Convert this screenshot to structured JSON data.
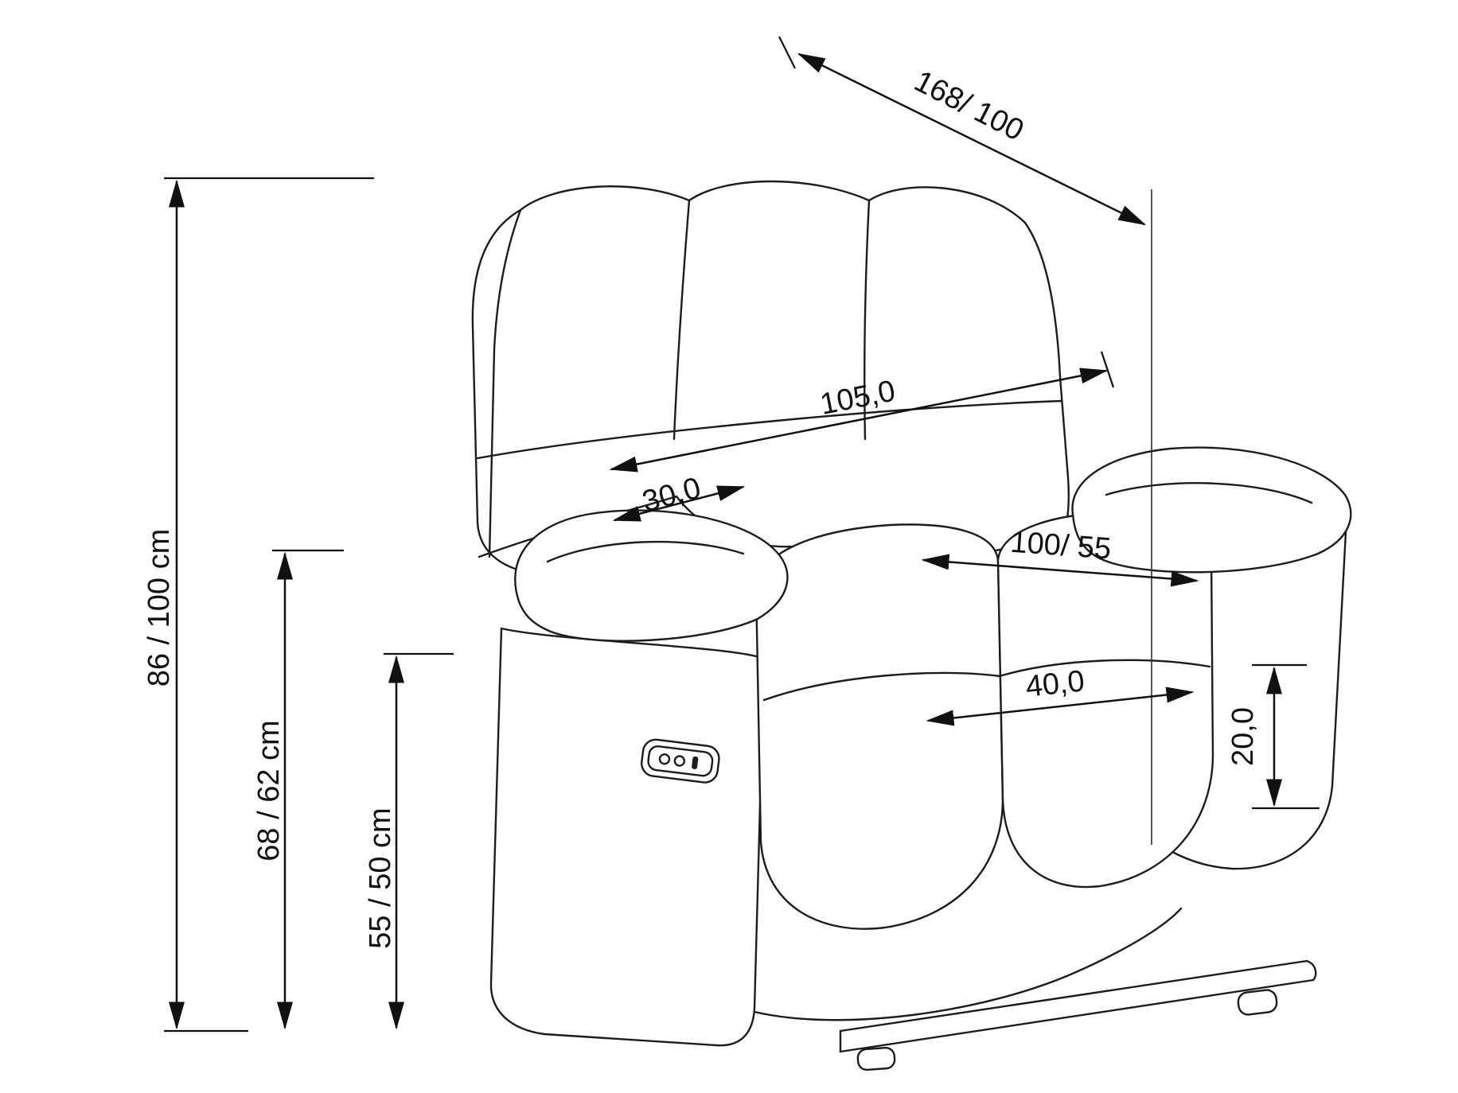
{
  "drawing": {
    "subject": "Recliner armchair technical dimension sketch",
    "unit": "cm",
    "line_color": "#1c1c1c",
    "background_color": "#ffffff"
  },
  "dimensions": {
    "diagonal_depth": {
      "label": "168/ 100"
    },
    "back_width_diagonal": {
      "label": "105,0"
    },
    "back_side_depth": {
      "label": "30,0"
    },
    "seat_width": {
      "label": "100/ 55"
    },
    "seat_front_width": {
      "label": "40,0"
    },
    "arm_cushion_height": {
      "label": "20,0"
    },
    "overall_height": {
      "label": "86 /  100 cm"
    },
    "mid_height": {
      "label": "68 /  62 cm"
    },
    "arm_height": {
      "label": "55 /  50 cm"
    }
  }
}
